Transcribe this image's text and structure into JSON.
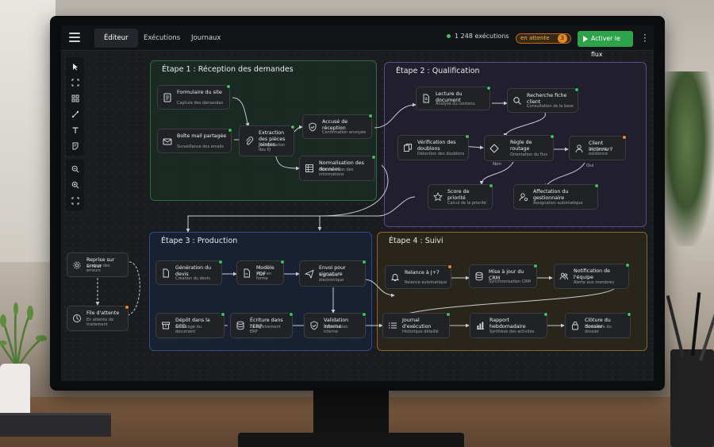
{
  "tabs": [
    {
      "label": "Éditeur",
      "active": true
    },
    {
      "label": "Exécutions",
      "active": false
    },
    {
      "label": "Journaux",
      "active": false
    }
  ],
  "status": {
    "executions": "1 248 exécutions",
    "pending_label": "en attente",
    "pending_count": "3"
  },
  "actions": {
    "activate_label": "Activer le flux"
  },
  "colors": {
    "accent_green": "#2fa34b",
    "pending_orange": "#e28a1e",
    "stage1": "#2e6b40",
    "stage2": "#5b4a8a",
    "stage3": "#2f4c86",
    "stage4": "#8a6a26"
  },
  "toolbar": {
    "tools": [
      "cursor-icon",
      "select-area-icon",
      "grid-nodes-icon",
      "connector-icon",
      "text-icon",
      "note-icon"
    ],
    "zoom": [
      "zoom-out-icon",
      "zoom-in-icon",
      "fit-screen-icon"
    ]
  },
  "stages": {
    "s1": "Étape 1 : Réception des demandes",
    "s2": "Étape 2 : Qualification",
    "s3": "Étape 3 : Production",
    "s4": "Étape 4 : Suivi"
  },
  "nodes": {
    "formulaire": {
      "title": "Formulaire du site",
      "sub": "Capture des demandes",
      "icon": "form-icon",
      "status": "ok"
    },
    "boite_mail": {
      "title": "Boîte mail partagée",
      "sub": "Surveillance des emails",
      "icon": "mail-icon",
      "status": "ok"
    },
    "extraction": {
      "title": "Extraction des pièces jointes",
      "sub": "Récupération des PJ",
      "icon": "paperclip-icon",
      "status": "ok"
    },
    "accuse": {
      "title": "Accusé de réception",
      "sub": "Confirmation envoyée",
      "icon": "shield-check-icon",
      "status": "ok"
    },
    "normalisation": {
      "title": "Normalisation des données",
      "sub": "Structuration des informations",
      "icon": "table-icon",
      "status": "ok"
    },
    "lecture": {
      "title": "Lecture du document",
      "sub": "Analyse du contenu",
      "icon": "document-icon",
      "status": "ok"
    },
    "recherche": {
      "title": "Recherche fiche client",
      "sub": "Consultation de la base",
      "icon": "search-icon",
      "status": "ok"
    },
    "doublons": {
      "title": "Vérification des doublons",
      "sub": "Détection des doublons",
      "icon": "copy-icon",
      "status": "ok"
    },
    "routage": {
      "title": "Règle de routage",
      "sub": "Orientation du flux",
      "icon": "diamond-icon",
      "status": "ok"
    },
    "client_inconnu": {
      "title": "Client inconnu ?",
      "sub": "Vérification existence",
      "icon": "user-icon",
      "status": "warn"
    },
    "score": {
      "title": "Score de priorité",
      "sub": "Calcul de la priorité",
      "icon": "star-icon",
      "status": "ok"
    },
    "affectation": {
      "title": "Affectation du gestionnaire",
      "sub": "Assignation automatique",
      "icon": "user-gear-icon",
      "status": "ok"
    },
    "reprise": {
      "title": "Reprise sur erreur",
      "sub": "Gestion des erreurs",
      "icon": "gear-icon",
      "status": "none"
    },
    "file_attente": {
      "title": "File d'attente",
      "sub": "En attente de traitement",
      "icon": "clock-icon",
      "status": "warn"
    },
    "generation_devis": {
      "title": "Génération du devis",
      "sub": "Création du devis",
      "icon": "file-icon",
      "status": "ok"
    },
    "modele_pdf": {
      "title": "Modèle PDF",
      "sub": "Mise en forme",
      "icon": "pdf-icon",
      "status": "ok"
    },
    "envoi_signature": {
      "title": "Envoi pour signature",
      "sub": "Signature électronique",
      "icon": "send-icon",
      "status": "ok"
    },
    "depot_ged": {
      "title": "Dépôt dans la GED",
      "sub": "Archivage du document",
      "icon": "archive-icon",
      "status": "ok"
    },
    "ecriture_erp": {
      "title": "Écriture dans l'ERP",
      "sub": "Enregistrement ERP",
      "icon": "database-icon",
      "status": "ok"
    },
    "validation": {
      "title": "Validation interne",
      "sub": "Approbation interne",
      "icon": "shield-check-icon",
      "status": "ok"
    },
    "relance": {
      "title": "Relance à J+7",
      "sub": "Relance automatique",
      "icon": "bell-icon",
      "status": "warn"
    },
    "maj_crm": {
      "title": "Mise à jour du CRM",
      "sub": "Synchronisation CRM",
      "icon": "database-icon",
      "status": "ok"
    },
    "notification": {
      "title": "Notification de l'équipe",
      "sub": "Alerte aux membres",
      "icon": "users-icon",
      "status": "ok"
    },
    "journal": {
      "title": "Journal d'exécution",
      "sub": "Historique détaillé",
      "icon": "list-icon",
      "status": "ok"
    },
    "rapport": {
      "title": "Rapport hebdomadaire",
      "sub": "Synthèse des activités",
      "icon": "bar-chart-icon",
      "status": "ok"
    },
    "cloture": {
      "title": "Clôture du dossier",
      "sub": "Fermeture du dossier",
      "icon": "lock-icon",
      "status": "ok"
    }
  },
  "edge_labels": {
    "non": "Non",
    "oui": "Oui"
  }
}
